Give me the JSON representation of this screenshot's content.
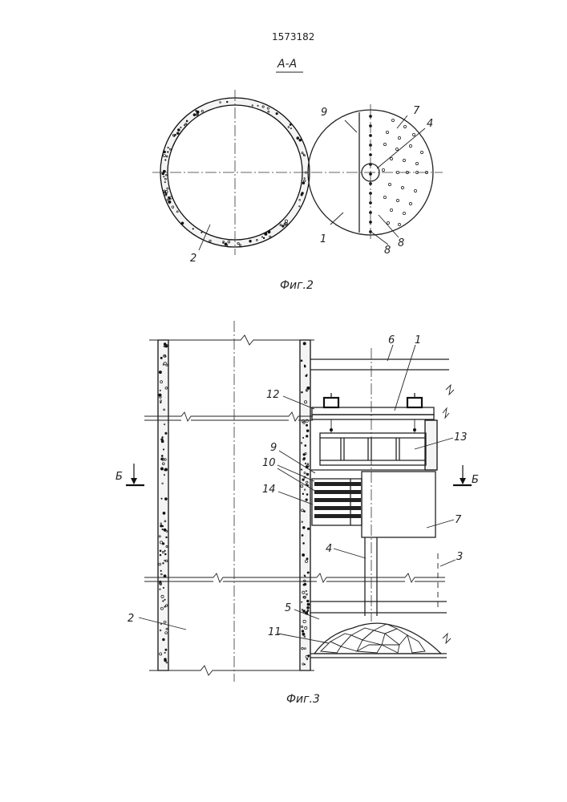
{
  "patent_number": "1573182",
  "section_label": "А-А",
  "fig2": {
    "caption": "Фиг.2",
    "labels": {
      "l9": "9",
      "l7": "7",
      "l4": "4",
      "l2": "2",
      "l1": "1",
      "l8a": "8",
      "l8b": "8"
    }
  },
  "fig3": {
    "caption": "Фиг.3",
    "labels": {
      "l6": "6",
      "l1": "1",
      "l12": "12",
      "l13": "13",
      "l9": "9",
      "l10": "10",
      "l14": "14",
      "l7": "7",
      "l4": "4",
      "l3": "3",
      "l2": "2",
      "l5": "5",
      "l11": "11"
    },
    "section_mark_left": "Б",
    "section_mark_right": "Б"
  }
}
